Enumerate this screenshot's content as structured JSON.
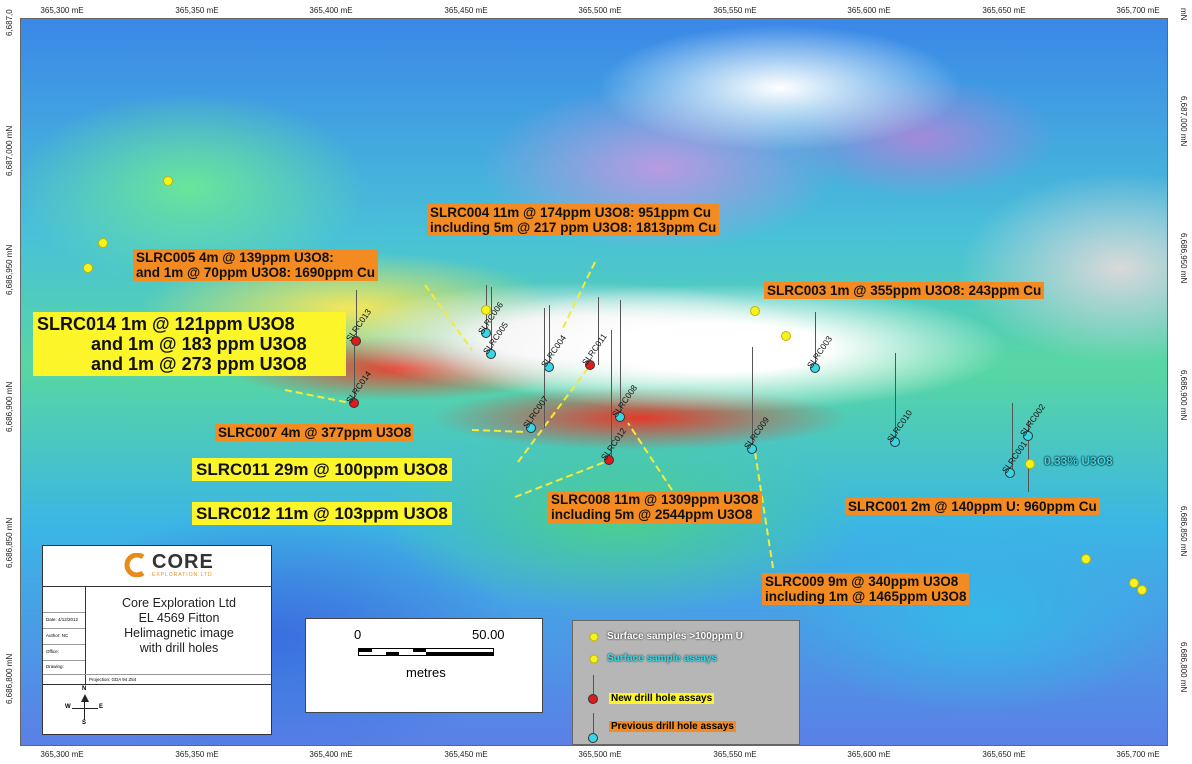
{
  "map": {
    "easting_ticks": [
      "365,300 mE",
      "365,350 mE",
      "365,400 mE",
      "365,450 mE",
      "365,500 mE",
      "365,550 mE",
      "365,600 mE",
      "365,650 mE",
      "365,700 mE"
    ],
    "northing_ticks_left": [
      "6,687,000 mN",
      "6,686,950 mN",
      "6,686,900 mN",
      "6,686,850 mN",
      "6,686,800 mN"
    ],
    "northing_ticks_right": [
      "6,687,000 mN",
      "6,686,950 mN",
      "6,686,900 mN",
      "6,686,850 mN",
      "6,686,800 mN"
    ],
    "corner_left": "6,687,0",
    "corner_right": "mN"
  },
  "annotations": {
    "slrc004_l1": "SLRC004 11m @ 174ppm U3O8:  951ppm Cu",
    "slrc004_l2": "including   5m @  217 ppm U3O8: 1813ppm Cu",
    "slrc005_l1": "SLRC005 4m @ 139ppm U3O8:",
    "slrc005_l2": "and 1m @ 70ppm U3O8: 1690ppm Cu",
    "slrc003": "SLRC003 1m @ 355ppm U3O8: 243ppm Cu",
    "slrc014_l1": "SLRC014 1m @ 121ppm U3O8",
    "slrc014_l2": "and 1m @ 183 ppm U3O8",
    "slrc014_l3": "and 1m @ 273 ppm U3O8",
    "slrc007": "SLRC007 4m @ 377ppm U3O8",
    "slrc011": "SLRC011 29m @ 100ppm U3O8",
    "slrc012": "SLRC012 11m @ 103ppm U3O8",
    "slrc008_l1": "SLRC008 11m @ 1309ppm U3O8",
    "slrc008_l2": "including    5m @ 2544ppm U3O8",
    "slrc001": "SLRC001 2m @ 140ppm U: 960ppm Cu",
    "slrc009_l1": "SLRC009 9m @ 340ppm U3O8",
    "slrc009_l2": "including   1m @ 1465ppm U3O8",
    "sample_033": "0.33% U3O8"
  },
  "holes": [
    {
      "id": "SLRC013",
      "type": "new"
    },
    {
      "id": "SLRC014",
      "type": "new"
    },
    {
      "id": "SLRC006",
      "type": "prev"
    },
    {
      "id": "SLRC005",
      "type": "prev"
    },
    {
      "id": "SLRC004",
      "type": "prev"
    },
    {
      "id": "SLRC011",
      "type": "new"
    },
    {
      "id": "SLRC007",
      "type": "prev"
    },
    {
      "id": "SLRC008",
      "type": "prev"
    },
    {
      "id": "SLRC012",
      "type": "new"
    },
    {
      "id": "SLRC009",
      "type": "prev"
    },
    {
      "id": "SLRC003",
      "type": "prev"
    },
    {
      "id": "SLRC010",
      "type": "prev"
    },
    {
      "id": "SLRC001",
      "type": "prev"
    },
    {
      "id": "SLRC002",
      "type": "prev"
    }
  ],
  "title_block": {
    "logo_text": "CORE",
    "logo_sub": "EXPLORATION LTD",
    "company": "Core Exploration Ltd",
    "tenement": "EL 4569 Fitton",
    "desc_l1": "Helimagnetic image",
    "desc_l2": "with drill holes",
    "date_label": "Date: 4/12/2012",
    "author_label": "Author: NC",
    "office_label": "Office:",
    "drawing_label": "Drawing:",
    "projection": "Projection:  GDA 94 Z54",
    "north_n": "N",
    "north_s": "S",
    "north_e": "E",
    "north_w": "W"
  },
  "scale_bar": {
    "start": "0",
    "end": "50.00",
    "unit": "metres"
  },
  "legend": {
    "surface_high": "Surface samples >100ppm U",
    "surface_assays": "Surface sample assays",
    "new_holes": "New drill hole assays",
    "prev_holes": "Previous drill hole assays"
  },
  "colors": {
    "new_hole": "#e11b1b",
    "previous_hole": "#39d6e6",
    "surface_sample": "#f5f31f",
    "label_orange": "#f38a22",
    "label_yellow": "#fbf52a"
  }
}
